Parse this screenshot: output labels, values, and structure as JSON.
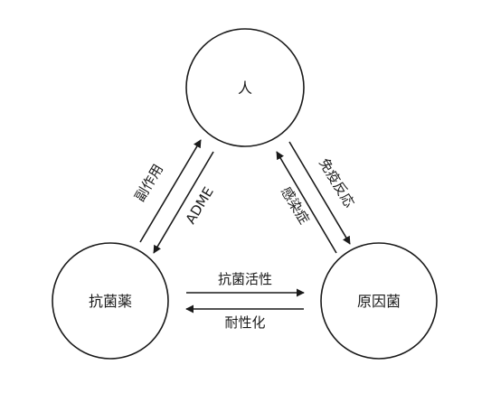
{
  "nodes": {
    "human": "人",
    "antibiotic": "抗菌薬",
    "pathogen": "原因菌"
  },
  "edges": {
    "antibiotic_to_human": "副作用",
    "human_to_antibiotic": "ADME",
    "human_to_pathogen": "免疫反応",
    "pathogen_to_human": "感染症",
    "antibiotic_to_pathogen": "抗菌活性",
    "pathogen_to_antibiotic": "耐性化"
  },
  "colors": {
    "stroke": "#1a1a1a",
    "background": "#ffffff"
  }
}
